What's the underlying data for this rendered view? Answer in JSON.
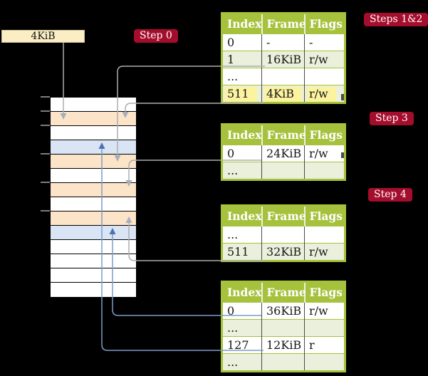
{
  "frame_box": {
    "label": "4KiB"
  },
  "step_labels": {
    "step0": "Step 0",
    "steps12": "Steps 1&2",
    "step3": "Step 3",
    "step4": "Step 4"
  },
  "memory_column": {
    "row_colors": [
      "white",
      "peach",
      "white",
      "blue",
      "peach",
      "white",
      "peach",
      "white",
      "peach",
      "blue",
      "white",
      "white",
      "white",
      "white"
    ]
  },
  "page_tables": [
    {
      "name": "table-1",
      "headers": [
        "Index",
        "Frame",
        "Flags"
      ],
      "rows": [
        {
          "index": "0",
          "frame": "-",
          "flags": "-",
          "shaded": false,
          "highlighted": false
        },
        {
          "index": "1",
          "frame": "16KiB",
          "flags": "r/w",
          "shaded": true,
          "highlighted": false
        },
        {
          "index": "...",
          "frame": "",
          "flags": "",
          "shaded": false,
          "highlighted": false
        },
        {
          "index": "511",
          "frame": "4KiB",
          "flags": "r/w",
          "shaded": true,
          "highlighted": true
        }
      ]
    },
    {
      "name": "table-2",
      "headers": [
        "Index",
        "Frame",
        "Flags"
      ],
      "rows": [
        {
          "index": "0",
          "frame": "24KiB",
          "flags": "r/w",
          "shaded": false,
          "highlighted": false
        },
        {
          "index": "...",
          "frame": "",
          "flags": "",
          "shaded": true,
          "highlighted": false
        }
      ]
    },
    {
      "name": "table-3",
      "headers": [
        "Index",
        "Frame",
        "Flags"
      ],
      "rows": [
        {
          "index": "...",
          "frame": "",
          "flags": "",
          "shaded": false,
          "highlighted": false
        },
        {
          "index": "511",
          "frame": "32KiB",
          "flags": "r/w",
          "shaded": true,
          "highlighted": false
        }
      ]
    },
    {
      "name": "table-4",
      "headers": [
        "Index",
        "Frame",
        "Flags"
      ],
      "rows": [
        {
          "index": "0",
          "frame": "36KiB",
          "flags": "r/w",
          "shaded": false,
          "highlighted": false
        },
        {
          "index": "...",
          "frame": "",
          "flags": "",
          "shaded": true,
          "highlighted": false
        },
        {
          "index": "127",
          "frame": "12KiB",
          "flags": "r",
          "shaded": false,
          "highlighted": false
        },
        {
          "index": "...",
          "frame": "",
          "flags": "",
          "shaded": true,
          "highlighted": false
        }
      ]
    }
  ],
  "connections": [
    {
      "from": "frame-size-box",
      "to": "memory-row-2",
      "style": "gray"
    },
    {
      "from": "table-1-row-1",
      "to": "memory-row-5",
      "style": "gray"
    },
    {
      "from": "table-1-row-511",
      "to": "memory-row-2",
      "style": "gray"
    },
    {
      "from": "table-2-row-0",
      "to": "memory-row-7",
      "style": "gray"
    },
    {
      "from": "table-3-row-511",
      "to": "memory-row-9",
      "style": "gray"
    },
    {
      "from": "table-4-row-0",
      "to": "memory-row-10",
      "style": "blue"
    },
    {
      "from": "table-4-row-127",
      "to": "memory-row-4",
      "style": "blue"
    }
  ],
  "colors": {
    "accent_green": "#A6C13C",
    "row_shade": "#EAF0DB",
    "peach": "#FCE4C8",
    "blue_row": "#D9E4F5",
    "cream": "#FBEEC5",
    "step_red": "#A50D2D",
    "highlight_yellow": "#FBF3A0",
    "gray_line": "#ADADAD",
    "blue_line": "#7E9BC8",
    "gray_arrow": "#A7AEBB",
    "blue_arrow": "#4C72AC"
  }
}
